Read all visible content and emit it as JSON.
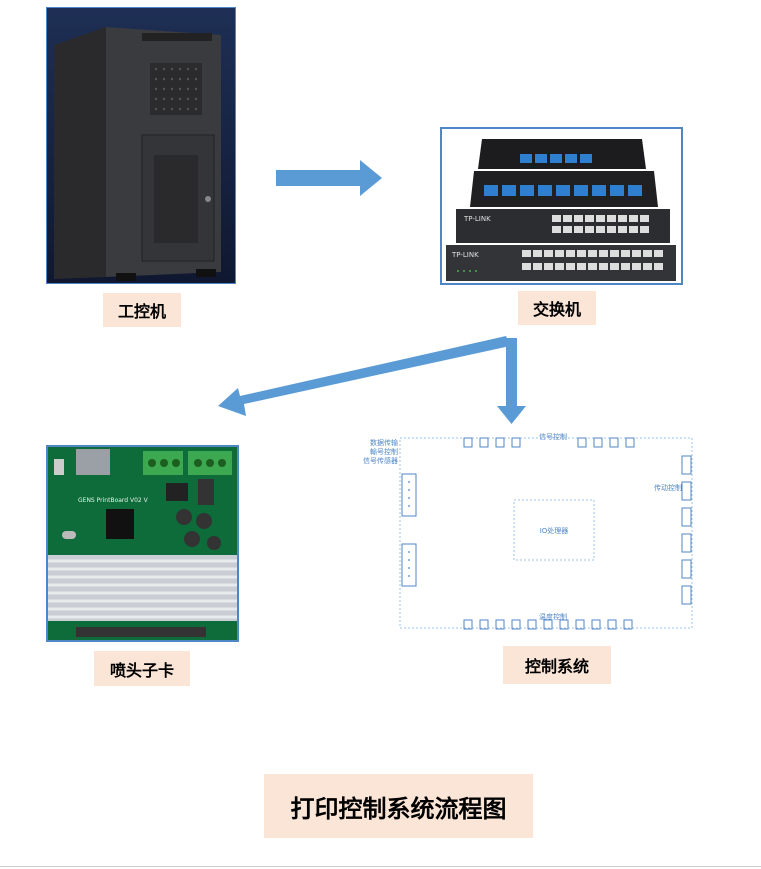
{
  "colors": {
    "arrow": "#5b9bd5",
    "border": "#4f86c6",
    "label_bg": "#fbe5d6",
    "board_dashed": "#9dc3e6",
    "board_text": "#4f86c6"
  },
  "nodes": {
    "industrial_pc": {
      "label": "工控机"
    },
    "switch": {
      "label": "交换机"
    },
    "nozzle_card": {
      "label": "喷头子卡"
    },
    "control_system": {
      "label": "控制系统"
    }
  },
  "switch_image": {
    "brand1": "TP-LINK",
    "brand2": "TP-LINK"
  },
  "nozzle_image": {
    "board_text": "GENS PrintBoard V02 V"
  },
  "control_board": {
    "top_label": "信号控制",
    "left_labels": [
      "数据传输",
      "輸号控制",
      "信号传感器"
    ],
    "right_label": "传动控制",
    "center_label": "IO处理器",
    "bottom_label": "温度控制"
  },
  "title": "打印控制系统流程图"
}
